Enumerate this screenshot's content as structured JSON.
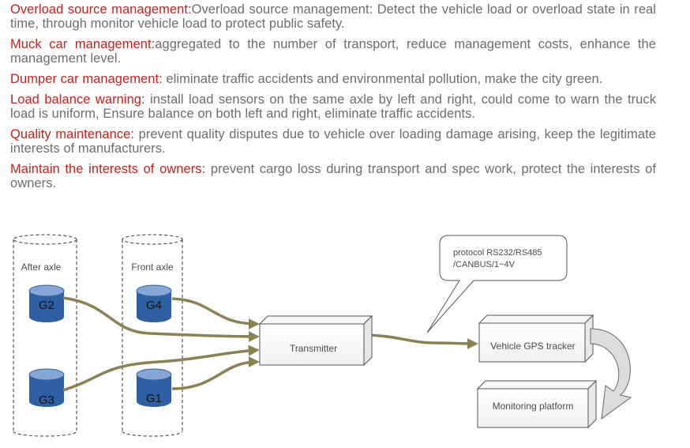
{
  "features": [
    {
      "title": "Overload source management:",
      "text": "Overload source management: Detect the vehicle load or overload state in real time, through monitor vehicle load to protect public safety."
    },
    {
      "title": "Muck car management:",
      "text": "aggregated to the number of transport, reduce management costs, enhance the management level."
    },
    {
      "title": "Dumper car management:",
      "text": " eliminate traffic accidents and environmental pollution, make the city green."
    },
    {
      "title": "Load balance warning:",
      "text": " install load sensors on the same axle by left and right, could come to warn the truck load is uniform, Ensure balance on both left and right, eliminate traffic accidents."
    },
    {
      "title": "Quality maintenance:",
      "text": " prevent quality disputes due to vehicle over loading damage arising, keep the legitimate interests of manufacturers."
    },
    {
      "title": "Maintain the interests of owners:",
      "text": " prevent cargo loss during transport and spec work, protect the interests of owners."
    }
  ],
  "diagram": {
    "after_axle": "After axle",
    "front_axle": "Front axle",
    "sensors": {
      "g1": "G1",
      "g2": "G2",
      "g3": "G3",
      "g4": "G4"
    },
    "transmitter": "Transmitter",
    "callout": {
      "line1": "protocol RS232/RS485",
      "line2": "/CANBUS/1~4V"
    },
    "gps_tracker": "Vehicle GPS tracker",
    "monitoring": "Monitoring platform"
  },
  "colors": {
    "title_red": "#c8201c",
    "body_gray": "#6d6d6d",
    "connector_olive": "#8b8253",
    "sensor_blue": "#2e5fa3"
  }
}
